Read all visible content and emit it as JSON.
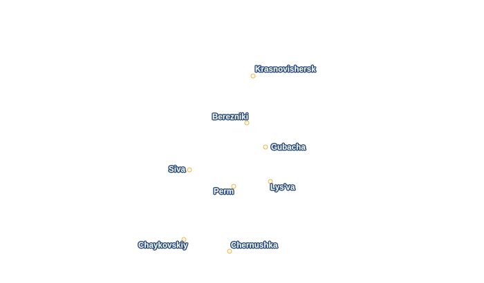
{
  "cities": [
    {
      "name": "Krasnovishersk"
    },
    {
      "name": "Berezniki"
    },
    {
      "name": "Gubacha"
    },
    {
      "name": "Siva"
    },
    {
      "name": "Perm"
    },
    {
      "name": "Lys'va"
    },
    {
      "name": "Chaykovskiy"
    },
    {
      "name": "Chernushka"
    }
  ],
  "colors": {
    "marker": "#e8b84a",
    "label_fill": "#ffffff",
    "label_halo": "#2d4f80"
  }
}
